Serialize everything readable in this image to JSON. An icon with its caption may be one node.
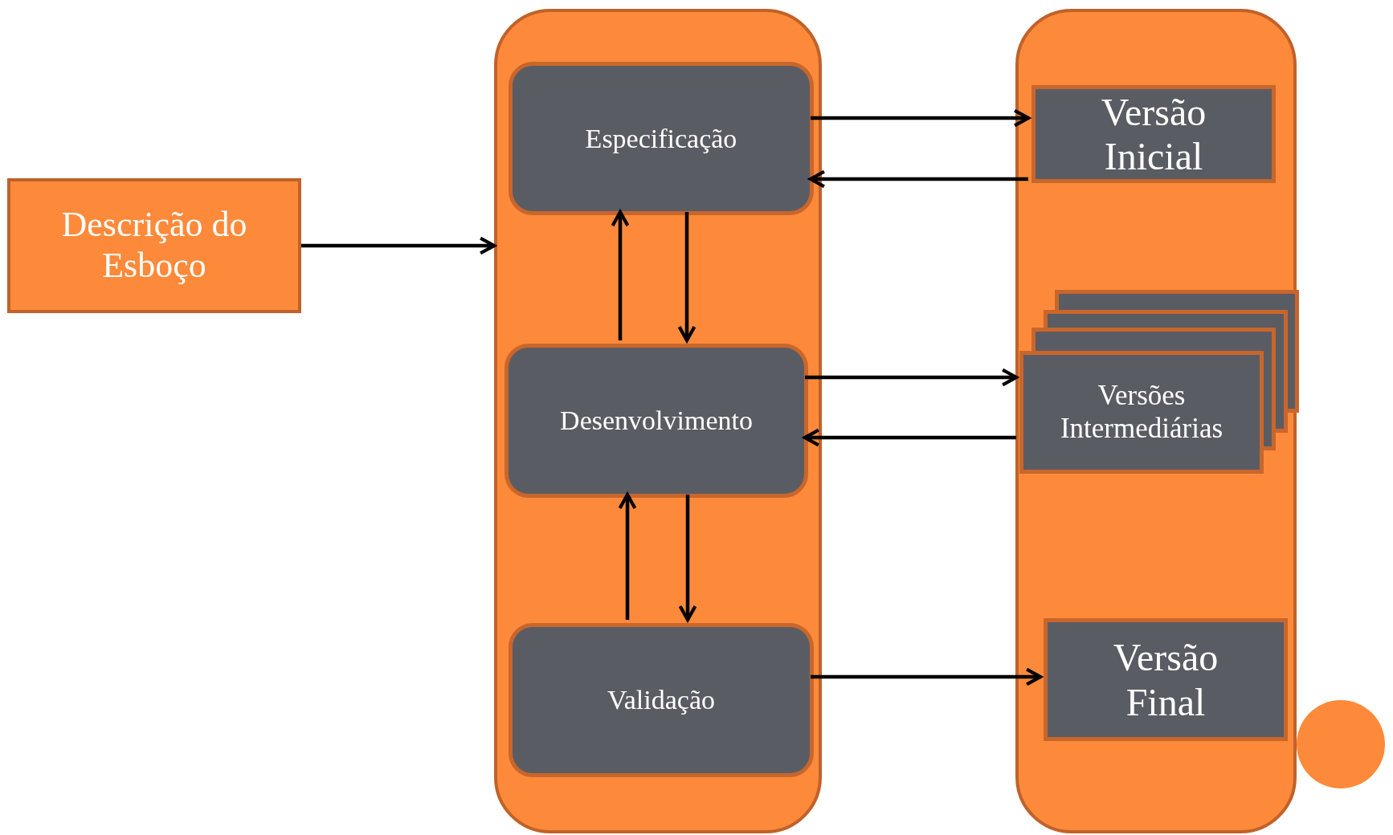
{
  "diagram": {
    "nodes": [
      {
        "text": [
          "Descrição do Esboço"
        ]
      },
      {
        "text": [],
        "shape": "box"
      },
      {
        "text": [
          "Especificação"
        ],
        "in": 1
      },
      {
        "text": [
          "Desenvolvimento"
        ],
        "in": 1
      },
      {
        "text": [
          "Validação"
        ],
        "in": 1
      },
      {
        "text": [],
        "shape": "box"
      },
      {
        "text": [
          "Versão Inicial"
        ],
        "in": 5
      },
      {
        "text": [
          "Versões Intermediárias"
        ],
        "in": 5
      },
      {
        "text": [
          "Versão Final"
        ],
        "in": 5
      }
    ],
    "edges": [
      {
        "from": 0,
        "to": 1,
        "arrow": "to"
      },
      {
        "from": 2,
        "to": 6,
        "arrow": "to"
      },
      {
        "from": 6,
        "to": 2,
        "arrow": "to"
      },
      {
        "from": 2,
        "to": 3,
        "arrow": "to"
      },
      {
        "from": 3,
        "to": 2,
        "arrow": "to"
      },
      {
        "from": 3,
        "to": 7,
        "arrow": "to"
      },
      {
        "from": 7,
        "to": 3,
        "arrow": "to"
      },
      {
        "from": 3,
        "to": 4,
        "arrow": "to"
      },
      {
        "from": 4,
        "to": 3,
        "arrow": "to"
      },
      {
        "from": 4,
        "to": 8,
        "arrow": "to"
      }
    ]
  }
}
